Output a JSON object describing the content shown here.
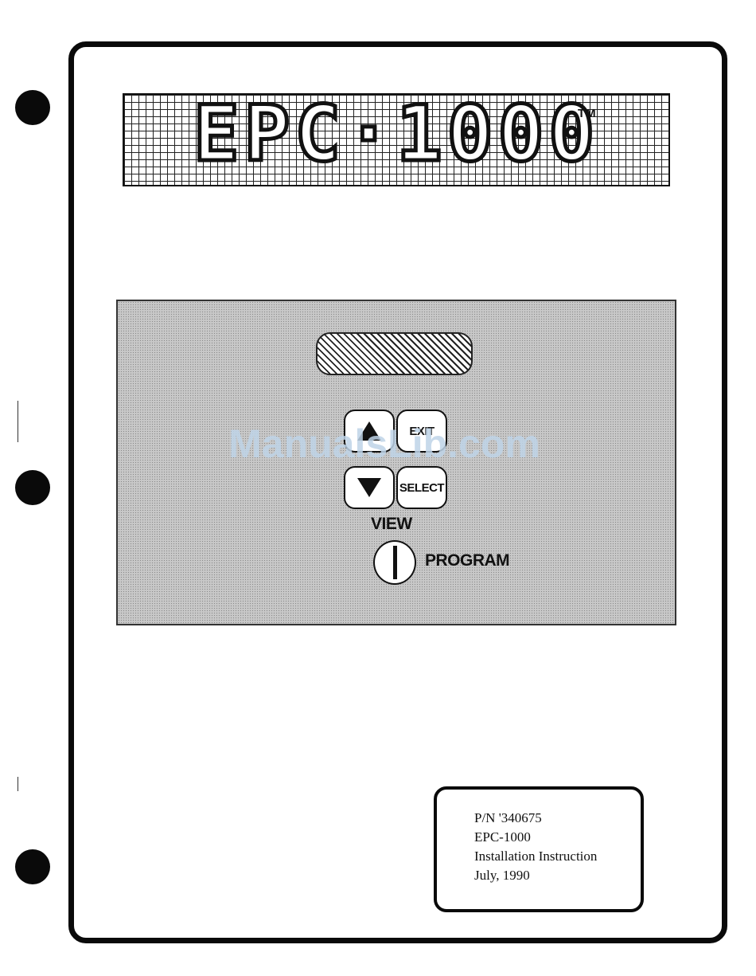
{
  "logo": {
    "title": "EPC·1000",
    "trademark": "TM"
  },
  "panel": {
    "keys": {
      "up_icon": "triangle-up-icon",
      "exit_label": "EXIT",
      "down_icon": "triangle-down-icon",
      "select_label": "SELECT"
    },
    "view_label": "VIEW",
    "program_label": "PROGRAM"
  },
  "watermark": "ManualsLib.com",
  "info": {
    "part_number": "P/N '340675",
    "model": "EPC-1000",
    "doc_title": "Installation Instruction",
    "date": "July, 1990"
  },
  "colors": {
    "ink": "#0a0a0a",
    "panel_gray": "#c8c8c8",
    "watermark": "#bed4e8"
  }
}
